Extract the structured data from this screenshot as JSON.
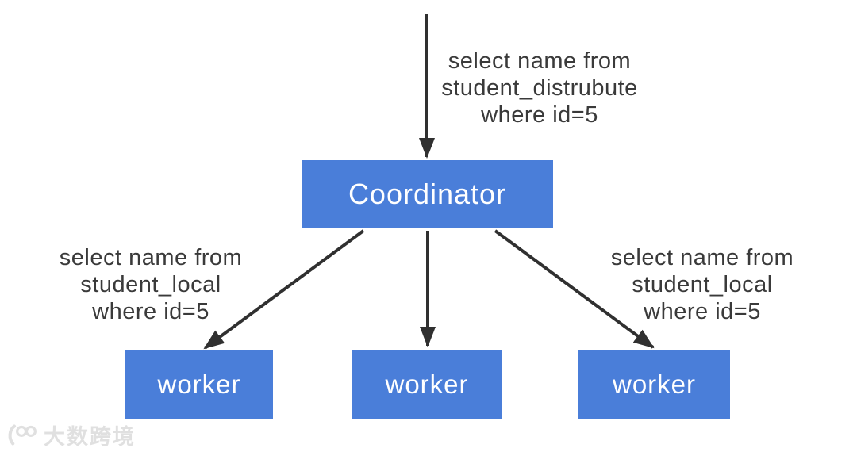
{
  "diagram_title": "distributed-query-coordinator-worker",
  "queries": {
    "top": [
      "select name from",
      "student_distrubute",
      "where id=5"
    ],
    "left": [
      "select name from",
      "student_local",
      "where id=5"
    ],
    "right": [
      "select name from",
      "student_local",
      "where id=5"
    ]
  },
  "nodes": {
    "coordinator": "Coordinator",
    "workers": [
      "worker",
      "worker",
      "worker"
    ]
  },
  "edges": [
    {
      "from": "client",
      "to": "coordinator",
      "label": "select name from student_distrubute where id=5"
    },
    {
      "from": "coordinator",
      "to": "worker-1",
      "label": "select name from student_local where id=5"
    },
    {
      "from": "coordinator",
      "to": "worker-2",
      "label": ""
    },
    {
      "from": "coordinator",
      "to": "worker-3",
      "label": "select name from student_local where id=5"
    }
  ],
  "watermark": {
    "brand": "大数跨境"
  },
  "colors": {
    "node_fill": "#4A7ED9",
    "node_text": "#FFFFFF",
    "arrow": "#303030",
    "label_text": "#3A3A3A",
    "watermark_text": "#DEDEDE",
    "background": "#FFFFFF"
  }
}
